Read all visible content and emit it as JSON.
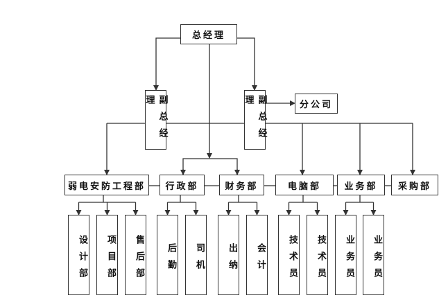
{
  "ceo": "总经理",
  "vice_left": "副总经理",
  "vice_right": "副总经理",
  "branch": "分公司",
  "departments": [
    "弱电安防工程部",
    "行政部",
    "财务部",
    "电脑部",
    "业务部",
    "采购部"
  ],
  "sub_units": [
    "设计部",
    "项目部",
    "售后部",
    "后勤",
    "司机",
    "出纳",
    "会计",
    "技术员",
    "技术员",
    "业务员",
    "业务员"
  ],
  "colors": {
    "line": "#333333",
    "box_fill": "#ffffff",
    "text": "#111111"
  }
}
